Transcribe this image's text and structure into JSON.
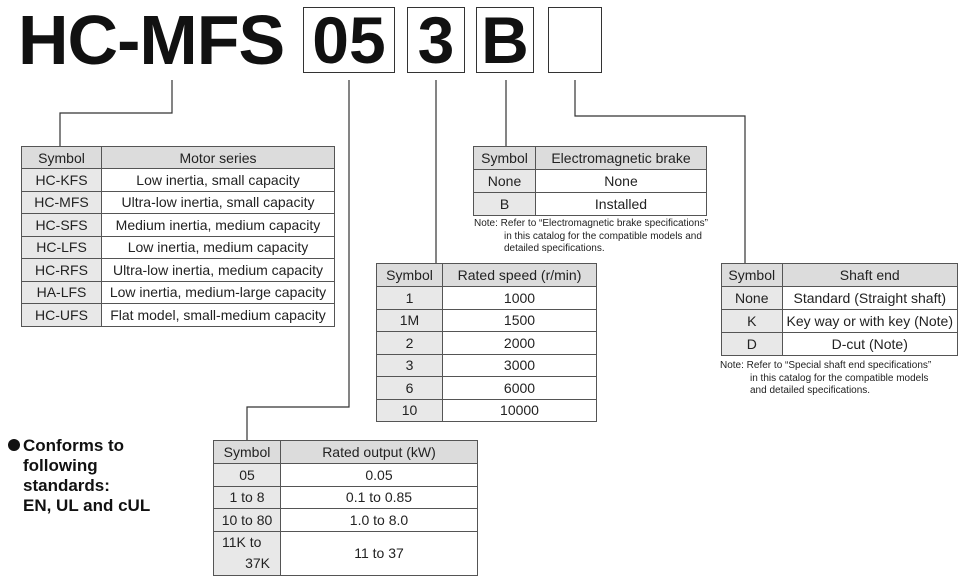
{
  "model": {
    "prefix": "HC-MFS",
    "box_output": "05",
    "box_speed": "3",
    "box_brake": "B",
    "box_shaft": ""
  },
  "series_table": {
    "headers": [
      "Symbol",
      "Motor series"
    ],
    "rows": [
      [
        "HC-KFS",
        "Low inertia, small capacity"
      ],
      [
        "HC-MFS",
        "Ultra-low inertia, small capacity"
      ],
      [
        "HC-SFS",
        "Medium inertia, medium capacity"
      ],
      [
        "HC-LFS",
        "Low inertia, medium capacity"
      ],
      [
        "HC-RFS",
        "Ultra-low inertia, medium capacity"
      ],
      [
        "HA-LFS",
        "Low inertia, medium-large capacity"
      ],
      [
        "HC-UFS",
        "Flat model, small-medium capacity"
      ]
    ]
  },
  "brake_table": {
    "headers": [
      "Symbol",
      "Electromagnetic brake"
    ],
    "rows": [
      [
        "None",
        "None"
      ],
      [
        "B",
        "Installed"
      ]
    ],
    "note_lines": [
      "Note: Refer to “Electromagnetic brake specifications”",
      "in this catalog for the compatible models and",
      "detailed specifications."
    ]
  },
  "speed_table": {
    "headers": [
      "Symbol",
      "Rated speed (r/min)"
    ],
    "rows": [
      [
        "1",
        "1000"
      ],
      [
        "1M",
        "1500"
      ],
      [
        "2",
        "2000"
      ],
      [
        "3",
        "3000"
      ],
      [
        "6",
        "6000"
      ],
      [
        "10",
        "10000"
      ]
    ]
  },
  "shaft_table": {
    "headers": [
      "Symbol",
      "Shaft end"
    ],
    "rows": [
      [
        "None",
        "Standard (Straight shaft)"
      ],
      [
        "K",
        "Key way or with key (Note)"
      ],
      [
        "D",
        "D-cut (Note)"
      ]
    ],
    "note_lines": [
      "Note: Refer to “Special shaft end specifications”",
      "in this catalog for the compatible models",
      "and detailed specifications."
    ]
  },
  "output_table": {
    "headers": [
      "Symbol",
      "Rated output (kW)"
    ],
    "rows": [
      [
        "05",
        "0.05"
      ],
      [
        "1 to 8",
        "0.1 to 0.85"
      ],
      [
        "10 to 80",
        "1.0 to 8.0"
      ]
    ],
    "last_row": {
      "symbol_line1": "11K to",
      "symbol_line2": "37K",
      "value": "11 to 37"
    }
  },
  "standards": {
    "lines": [
      "Conforms to",
      "following",
      "standards:",
      "EN, UL and cUL"
    ]
  }
}
